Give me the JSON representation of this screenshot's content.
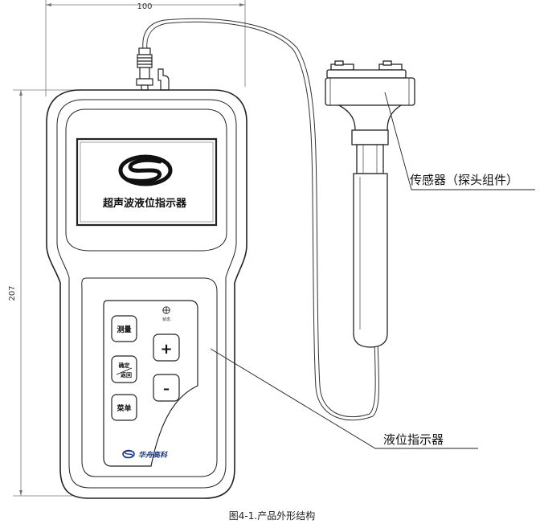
{
  "dimensions": {
    "width_value": "100",
    "height_value": "207"
  },
  "screen": {
    "title": "超声波液位指示器"
  },
  "keypad": {
    "status_label": "状态",
    "btn_measure": "测量",
    "btn_confirm_line1": "确定",
    "btn_confirm_line2": "返回",
    "btn_menu": "菜单",
    "btn_plus": "+",
    "btn_minus": "–",
    "brand_text": "华舟高科"
  },
  "callouts": {
    "sensor": "传感器（探头组件）",
    "indicator": "液位指示器"
  },
  "caption": "图4-1.产品外形结构"
}
